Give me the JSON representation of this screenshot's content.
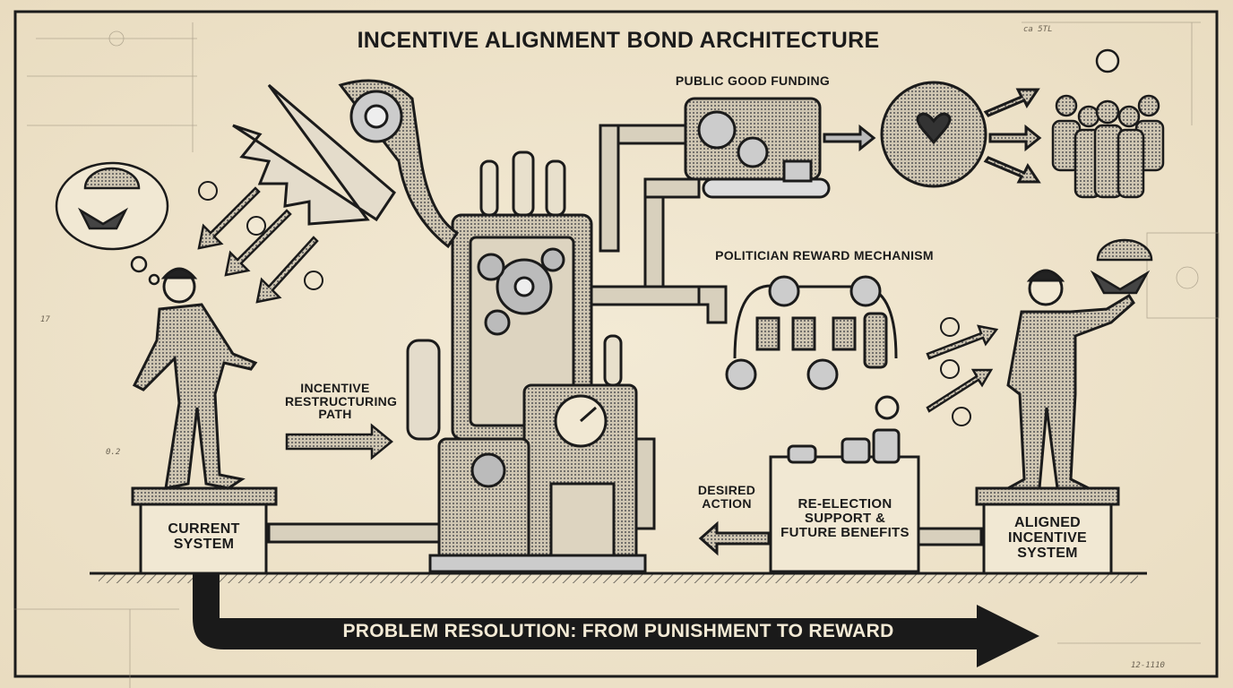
{
  "title": "INCENTIVE ALIGNMENT BOND ARCHITECTURE",
  "labels": {
    "public_good_funding": "PUBLIC GOOD FUNDING",
    "politician_reward_mechanism": "POLITICIAN REWARD MECHANISM",
    "incentive_restructuring_path": "INCENTIVE RESTRUCTURING PATH",
    "desired_action": "DESIRED ACTION",
    "reelection_support": "RE-ELECTION SUPPORT & FUTURE BENEFITS",
    "current_system": "CURRENT SYSTEM",
    "aligned_incentive_system": "ALIGNED INCENTIVE SYSTEM",
    "problem_resolution": "PROBLEM RESOLUTION: FROM PUNISHMENT TO REWARD"
  },
  "sketch_notes": [
    "0.2",
    "17",
    "ca 5TL",
    "12-1110"
  ],
  "colors": {
    "paper": "#eee3cb",
    "ink": "#1b1b1b",
    "shade": "#8a8478"
  }
}
